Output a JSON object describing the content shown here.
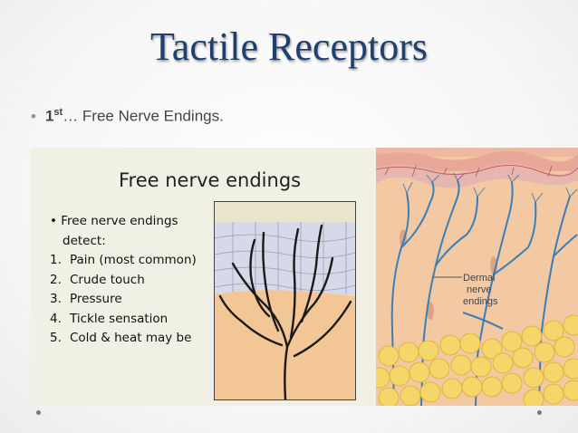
{
  "slide": {
    "title": "Tactile Receptors",
    "bullet": {
      "ordinal": "1",
      "ordinal_suffix": "st",
      "text": "… Free Nerve Endings."
    }
  },
  "panel": {
    "title": "Free nerve endings",
    "lead_bullet": "Free nerve endings detect:",
    "items": [
      {
        "num": "1.",
        "label": "Pain (most common)"
      },
      {
        "num": "2.",
        "label": "Crude touch"
      },
      {
        "num": "3.",
        "label": "Pressure"
      },
      {
        "num": "4.",
        "label": "Tickle sensation"
      },
      {
        "num": "5.",
        "label": "Cold & heat may be"
      }
    ]
  },
  "diagram_right": {
    "label_line1": "Dermal",
    "label_line2": "nerve",
    "label_line3": "endings"
  },
  "colors": {
    "title": "#1f3f6e",
    "nerve_blue": "#3a7fb8",
    "skin_peach": "#f3c9a4",
    "fat_yellow": "#f5d66a"
  }
}
